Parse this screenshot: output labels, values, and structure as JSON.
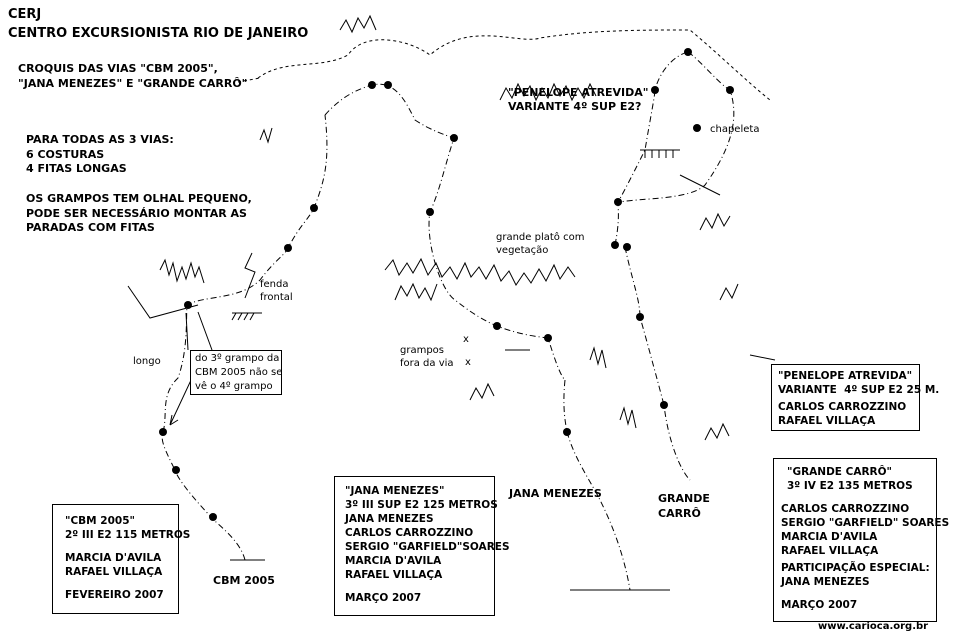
{
  "header": {
    "title1": "CERJ",
    "title2": "CENTRO EXCURSIONISTA RIO DE JANEIRO",
    "croquis1": "CROQUIS DAS VIAS \"CBM 2005\",",
    "croquis2": "\"JANA MENEZES\" E \"GRANDE CARRÔ\""
  },
  "notes": {
    "lines": [
      "PARA TODAS AS 3 VIAS:",
      "6 COSTURAS",
      "4 FITAS LONGAS"
    ],
    "lines2": [
      "OS GRAMPOS TEM OLHAL PEQUENO,",
      "PODE SER NECESSÁRIO MONTAR AS",
      "PARADAS COM FITAS"
    ]
  },
  "labels": {
    "penelope_top_1": "\"PENELOPE ATREVIDA\"",
    "penelope_top_2": "VARIANTE 4º SUP E2?",
    "chapeleta": "chapeleta",
    "plato_1": "grande platô com",
    "plato_2": "vegetação",
    "fenda_1": "fenda",
    "fenda_2": "frontal",
    "grampos_1": "grampos",
    "grampos_2": "fora da via",
    "longo": "longo",
    "jana_route": "JANA MENEZES",
    "grande_route_1": "GRANDE",
    "grande_route_2": "CARRÔ",
    "cbm_route": "CBM 2005",
    "website": "www.carioca.org.br",
    "x_mark": "x"
  },
  "grampo_note": [
    "do 3º grampo da",
    "CBM 2005 não se",
    "vê o 4º grampo"
  ],
  "boxes": {
    "cbm": [
      "\"CBM 2005\"",
      "2º III E2 115 METROS",
      "",
      "MARCIA D'AVILA",
      "RAFAEL VILLAÇA",
      "",
      "FEVEREIRO 2007"
    ],
    "jana": [
      "\"JANA MENEZES\"",
      "3º III SUP E2 125 METROS",
      "JANA MENEZES",
      "CARLOS CARROZZINO",
      "SERGIO \"GARFIELD\"SOARES",
      "MARCIA D'AVILA",
      "RAFAEL VILLAÇA",
      "",
      "MARÇO 2007"
    ],
    "penelope": [
      "\"PENELOPE ATREVIDA\"",
      "VARIANTE  4º SUP E2 25 M.",
      "CARLOS CARROZZINO",
      "RAFAEL VILLAÇA"
    ],
    "grande": [
      "\"GRANDE CARRÔ\"",
      "3º IV E2 135 METROS",
      "",
      "CARLOS CARROZZINO",
      "SERGIO \"GARFIELD\" SOARES",
      "MARCIA D'AVILA",
      "RAFAEL VILLAÇA",
      "PARTICIPAÇÃO ESPECIAL:",
      "JANA MENEZES",
      "",
      "MARÇO 2007"
    ]
  }
}
